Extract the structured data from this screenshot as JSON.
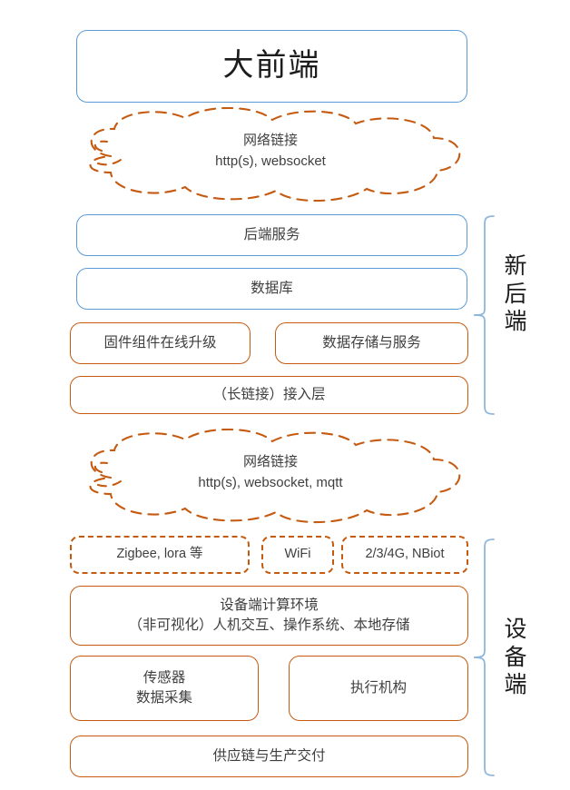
{
  "diagram": {
    "title": "大前端",
    "colors": {
      "blue": "#5B9BD5",
      "orange": "#C55A11",
      "bracket": "#8EB6DC",
      "text": "#3f3f3f",
      "background": "#ffffff"
    },
    "title_box": {
      "label": "大前端"
    },
    "clouds": [
      {
        "name": "network-link-top",
        "line1": "网络链接",
        "line2": "http(s), websocket"
      },
      {
        "name": "network-link-bottom",
        "line1": "网络链接",
        "line2": "http(s), websocket, mqtt"
      }
    ],
    "backend_group": {
      "side_label": "新后端",
      "side_label_chars": [
        "新",
        "后",
        "端"
      ],
      "rows": [
        {
          "name": "backend-service",
          "label": "后端服务",
          "style": "blue"
        },
        {
          "name": "database",
          "label": "数据库",
          "style": "blue"
        },
        {
          "name": "firmware-ota",
          "label": "固件组件在线升级",
          "style": "orange"
        },
        {
          "name": "data-storage-service",
          "label": "数据存储与服务",
          "style": "orange"
        },
        {
          "name": "long-connection-access-layer",
          "label": "（长链接）接入层",
          "style": "orange"
        }
      ]
    },
    "device_group": {
      "side_label": "设备端",
      "side_label_chars": [
        "设",
        "备",
        "端"
      ],
      "radio_boxes": [
        {
          "name": "zigbee-lora",
          "label": "Zigbee, lora 等"
        },
        {
          "name": "wifi",
          "label": "WiFi"
        },
        {
          "name": "cellular",
          "label": "2/3/4G, NBiot"
        }
      ],
      "rows": [
        {
          "name": "device-compute-environment",
          "line1": "设备端计算环境",
          "line2": "（非可视化）人机交互、操作系统、本地存储"
        },
        {
          "name": "sensor-data-collection",
          "line1": "传感器",
          "line2": "数据采集"
        },
        {
          "name": "actuator",
          "label": "执行机构"
        },
        {
          "name": "supply-chain-production-delivery",
          "label": "供应链与生产交付"
        }
      ]
    }
  }
}
